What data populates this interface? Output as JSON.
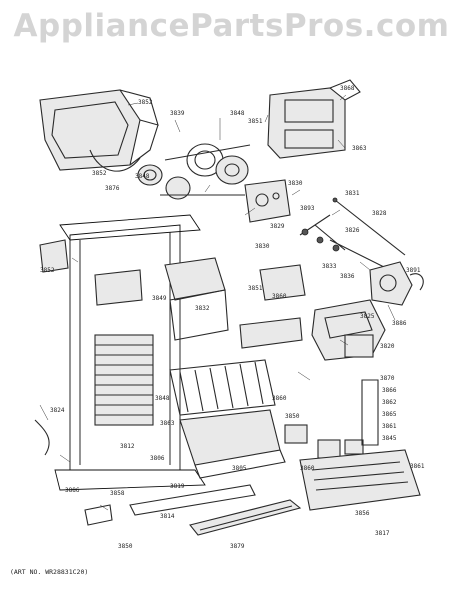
{
  "watermark": "AppliancePartsPros.com",
  "diagram": {
    "footer": "(ART NO. WR28831C20)",
    "callouts": [
      "3852",
      "3839",
      "3848",
      "3851",
      "3868",
      "3863",
      "3852",
      "3848",
      "3876",
      "3830",
      "3831",
      "3893",
      "3829",
      "3828",
      "3826",
      "3830",
      "3833",
      "3836",
      "3891",
      "3860",
      "3851",
      "3849",
      "3832",
      "3825",
      "3886",
      "3820",
      "3852",
      "3824",
      "3848",
      "3863",
      "3860",
      "3870",
      "3866",
      "3862",
      "3865",
      "3861",
      "3845",
      "3850",
      "3812",
      "3806",
      "3805",
      "3861",
      "3860",
      "3886",
      "3858",
      "3819",
      "3814",
      "3879",
      "3856",
      "3817",
      "3850"
    ]
  }
}
